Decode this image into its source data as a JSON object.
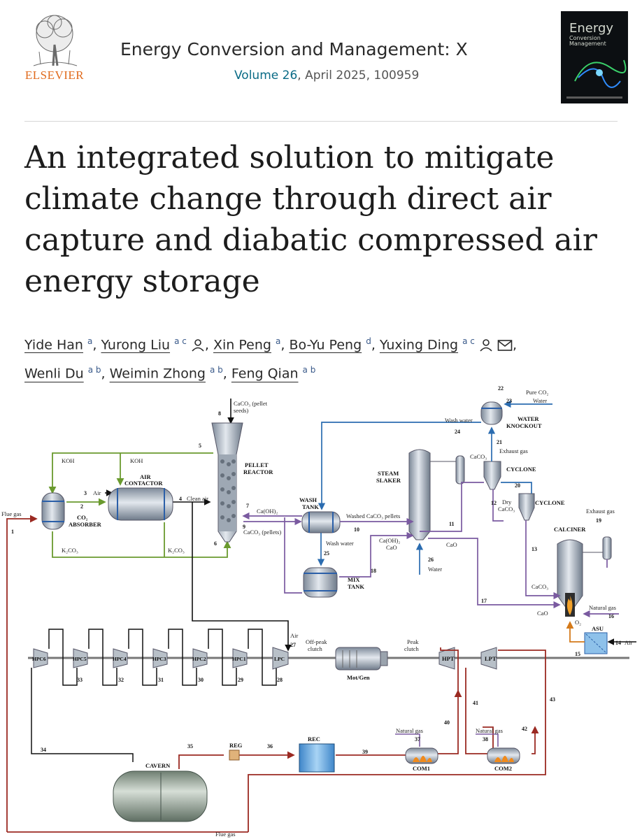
{
  "publisher": {
    "name": "ELSEVIER"
  },
  "journal": {
    "name": "Energy Conversion and Management: X",
    "volume_label": "Volume 26",
    "issue_info": ", April 2025, 100959"
  },
  "cover": {
    "title": "Energy",
    "subtitle_1": "Conversion",
    "subtitle_2": "Management"
  },
  "article": {
    "title": "An integrated solution to mitigate climate change through direct air capture and diabatic compressed air energy storage",
    "authors": [
      {
        "name": "Yide Han",
        "affil": "a"
      },
      {
        "name": "Yurong Liu",
        "affil": "a c"
      },
      {
        "name": "Xin Peng",
        "affil": "a"
      },
      {
        "name": "Bo-Yu Peng",
        "affil": "d"
      },
      {
        "name": "Yuxing Ding",
        "affil": "a c"
      },
      {
        "name": "Wenli Du",
        "affil": "a b"
      },
      {
        "name": "Weimin Zhong",
        "affil": "a b"
      },
      {
        "name": "Feng Qian",
        "affil": "a b"
      }
    ]
  },
  "diagram": {
    "units": {
      "pellet_reactor": "PELLET",
      "pellet_reactor_2": "REACTOR",
      "air_contactor": "AIR",
      "air_contactor_2": "CONTACTOR",
      "co2_absorber": "CO₂",
      "co2_absorber_2": "ABSORBER",
      "wash_tank": "WASH",
      "wash_tank_2": "TANK",
      "mix_tank": "MIX",
      "mix_tank_2": "TANK",
      "steam_slaker": "STEAM",
      "steam_slaker_2": "SLAKER",
      "water_knockout": "WATER",
      "water_knockout_2": "KNOCKOUT",
      "cyclone1": "CYCLONE",
      "cyclone2": "CYCLONE",
      "calciner": "CALCINER",
      "asu": "ASU",
      "mot_gen": "Mot/Gen",
      "hpt": "HPT",
      "lpt": "LPT",
      "reg": "REG",
      "rec": "REC",
      "com1": "COM1",
      "com2": "COM2",
      "cavern": "CAVERN"
    },
    "compressors": [
      "HPC6",
      "HPC5",
      "HPC4",
      "HPC3",
      "HPC2",
      "HPC1",
      "LPC"
    ],
    "labels": {
      "flue_gas": "Flue gas",
      "flue_gas_bottom": "Flue gas",
      "koh_1": "KOH",
      "koh_2": "KOH",
      "k2co3_1": "K₂CO₃",
      "k2co3_2": "K₂CO₃",
      "air": "Air",
      "clean_air": "Clean air",
      "caco3_seeds": "CaCO₃ (pellet",
      "caco3_seeds_2": "seeds)",
      "caoh2": "Ca(OH)₂",
      "caco3_pellets": "CaCO₃ (pellets)",
      "wash_water_1": "Wash water",
      "wash_water_2": "Wash water",
      "washed_caco3": "Washed CaCO₃ pellets",
      "caoh2_cao": "Ca(OH)₂",
      "cao_small": "CaO",
      "cao_1": "CaO",
      "cao_2": "CaO",
      "water": "Water",
      "water_in": "Water",
      "pure_co2": "Pure CO₂",
      "exhaust_gas_1": "Exhaust gas",
      "exhaust_gas_2": "Exhaust gas",
      "caco3_1": "CaCO₃",
      "dry": "Dry",
      "dry_caco3": "CaCO₃",
      "caco3_2": "CaCO₃",
      "natural_gas_1": "Natural gas",
      "natural_gas_2": "Natural gas",
      "natural_gas_3": "Natural gas",
      "o2": "O₂",
      "air_asu": "Air",
      "air_27": "Air",
      "off_peak": "Off-peak",
      "off_peak_2": "clutch",
      "peak": "Peak",
      "peak_2": "clutch"
    },
    "streams": [
      "1",
      "2",
      "3",
      "4",
      "5",
      "6",
      "7",
      "8",
      "9",
      "10",
      "11",
      "12",
      "13",
      "14",
      "15",
      "16",
      "17",
      "18",
      "19",
      "20",
      "21",
      "22",
      "23",
      "24",
      "25",
      "26",
      "27",
      "28",
      "29",
      "30",
      "31",
      "32",
      "33",
      "34",
      "35",
      "36",
      "37",
      "38",
      "39",
      "40",
      "41",
      "42",
      "43"
    ]
  }
}
